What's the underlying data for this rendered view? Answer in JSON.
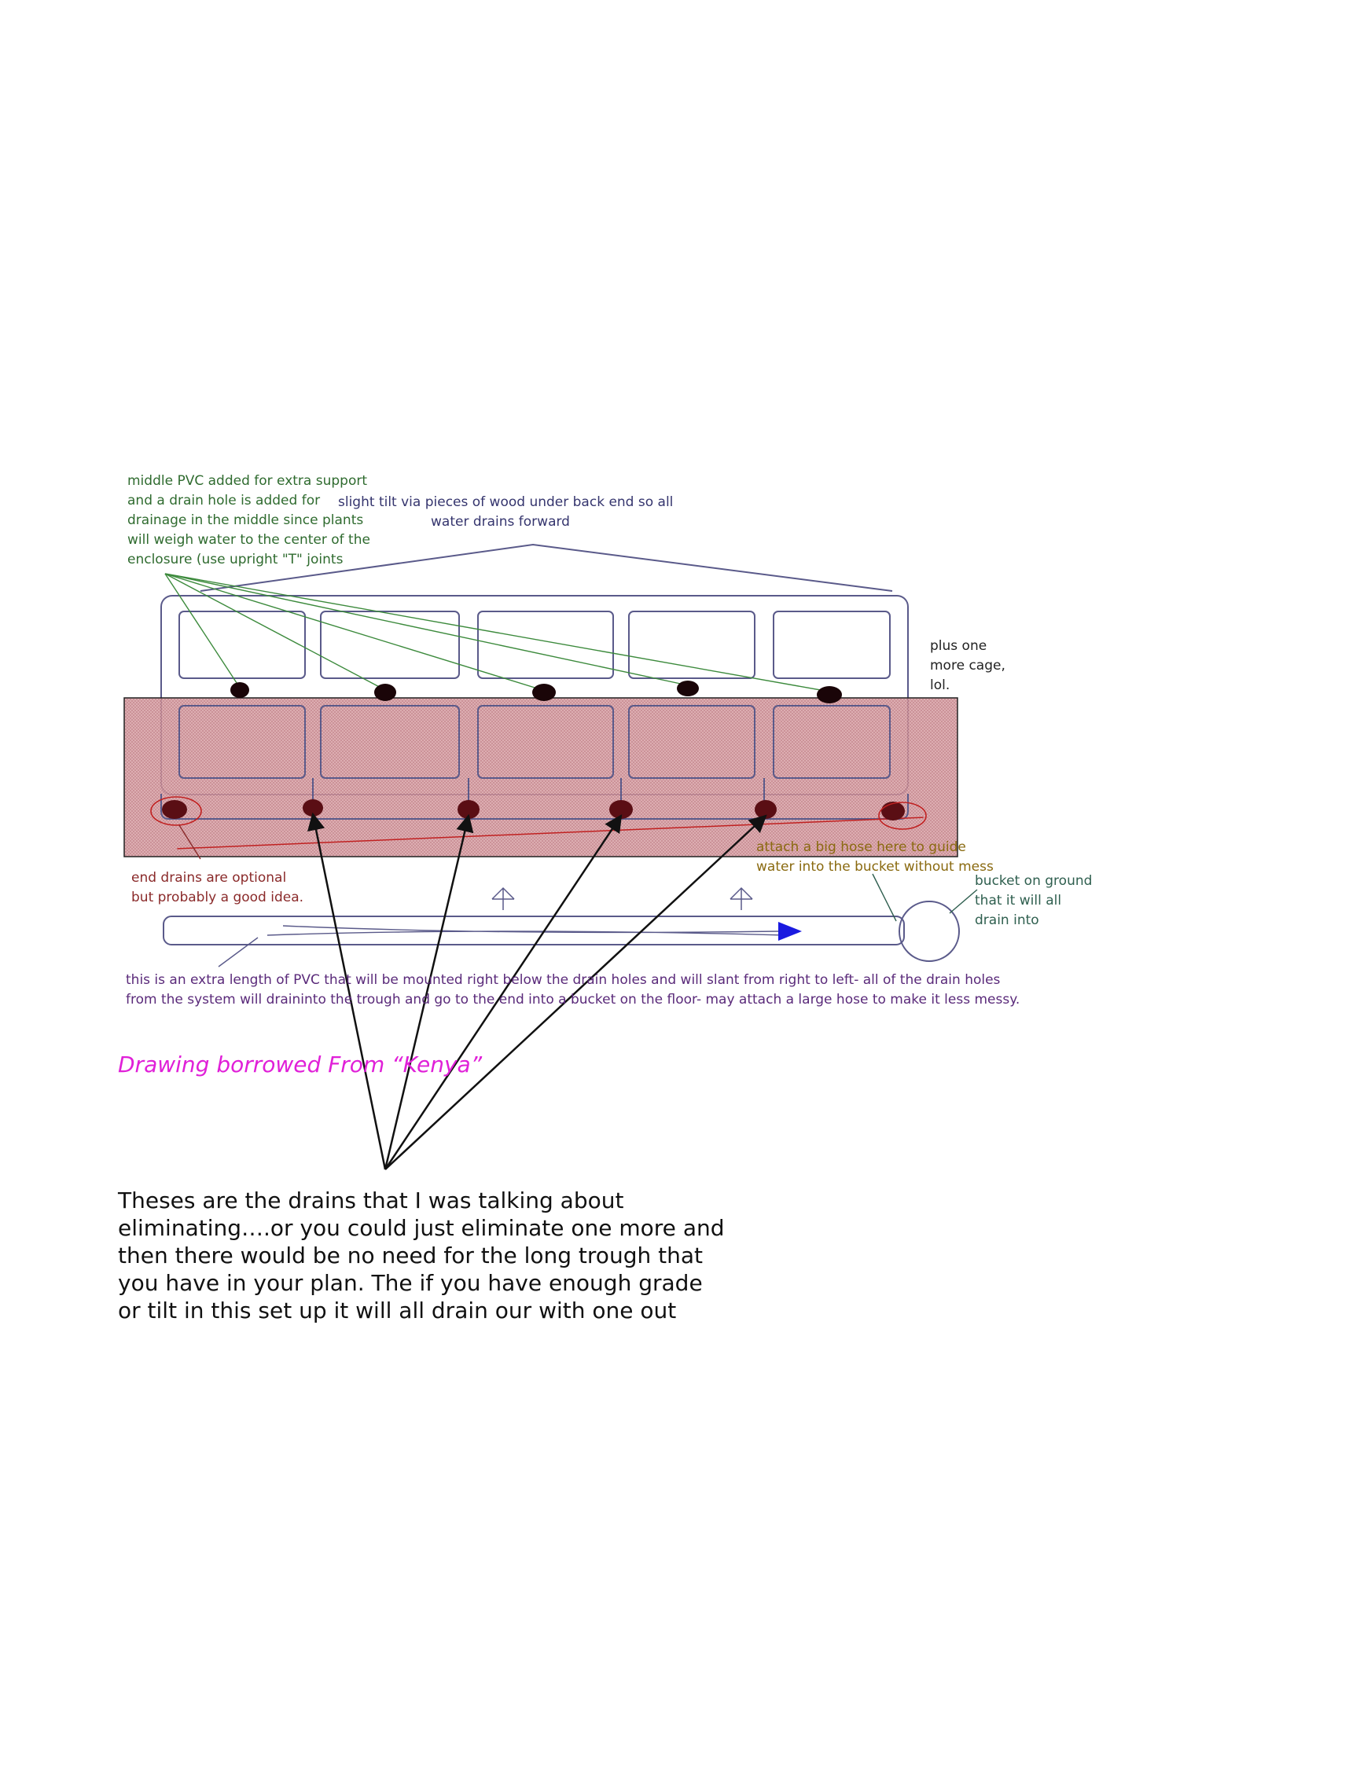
{
  "notes": {
    "middle_pvc": [
      "middle PVC added for extra support",
      "and a drain hole is added for",
      "drainage in the middle since plants",
      "will weigh water to the center of the",
      "enclosure (use upright \"T\" joints"
    ],
    "tilt": [
      "slight tilt via pieces of wood under back end so all",
      "water drains forward"
    ],
    "plus_cage": [
      "plus one",
      "more cage,",
      "lol."
    ],
    "end_drains": [
      "end drains are optional",
      "but probably a good idea."
    ],
    "hose": [
      "attach a big hose here to guide",
      "water into the bucket without mess"
    ],
    "bucket": [
      "bucket on ground",
      "that it will all",
      "drain into"
    ],
    "trough": [
      "this is an extra length of PVC that will be mounted right below the drain holes and will slant from right to left- all of the drain holes",
      "from the system will draininto the trough and go to the end into a bucket on the floor- may attach a large hose to make it less messy."
    ]
  },
  "credit": "Drawing borrowed From “Kenya”",
  "comment": [
    "Theses are the drains that I was talking about",
    "eliminating….or you could just eliminate one more and",
    "then there would be no need for the long trough that",
    "you have in your plan. The if you have enough grade",
    "or tilt in this set up it will all drain our with one out"
  ],
  "colors": {
    "frame": "#5a5a8a",
    "green_lines": "#3c8a3c",
    "highlight_fill": "#c9868c",
    "highlight_border": "#222222",
    "drain_fill": "#5a0e14",
    "arrow_black": "#111111",
    "flow_arrow": "#1a1ae0",
    "credit": "#e020d8"
  }
}
